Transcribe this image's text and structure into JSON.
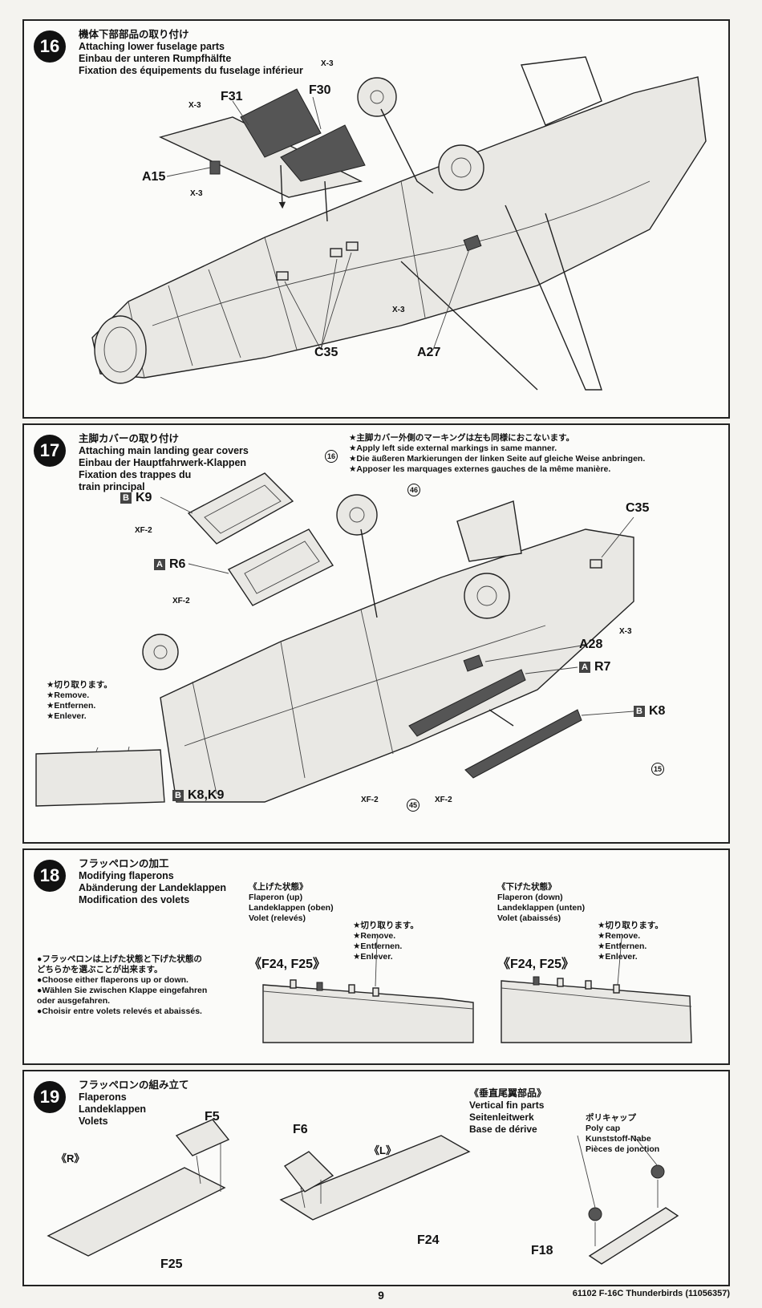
{
  "step16": {
    "number": "16",
    "title_jp": "機体下部部品の取り付け",
    "title_en": "Attaching lower fuselage parts",
    "title_de": "Einbau der unteren Rumpfhälfte",
    "title_fr": "Fixation des équipements du fuselage inférieur",
    "labels": {
      "f31": "F31",
      "f30": "F30",
      "a15": "A15",
      "c35": "C35",
      "a27": "A27",
      "x3": "X-3"
    }
  },
  "step17": {
    "number": "17",
    "title_jp": "主脚カバーの取り付け",
    "title_en": "Attaching main landing gear covers",
    "title_de": "Einbau der Hauptfahrwerk-Klappen",
    "title_fr": "Fixation des trappes du",
    "title_fr2": "train principal",
    "note_jp": "★主脚カバー外側のマーキングは左も同様におこないます。",
    "note_en": "★Apply left side external markings in same manner.",
    "note_de": "★Die äußeren Markierungen der linken Seite auf gleiche Weise anbringen.",
    "note_fr": "★Apposer les marquages externes gauches de la même manière.",
    "labels": {
      "k9": "K9",
      "r6": "R6",
      "b": "B",
      "a": "A",
      "xf2": "XF-2",
      "c35": "C35",
      "a28": "A28",
      "r7": "R7",
      "k8": "K8",
      "k8k9": "K8,K9",
      "x3": "X-3",
      "ref16": "16",
      "ref46": "46",
      "ref45": "45",
      "ref15": "15"
    },
    "remove_jp": "★切り取ります。",
    "remove_en": "★Remove.",
    "remove_de": "★Entfernen.",
    "remove_fr": "★Enlever."
  },
  "step18": {
    "number": "18",
    "title_jp": "フラッペロンの加工",
    "title_en": "Modifying flaperons",
    "title_de": "Abänderung der Landeklappen",
    "title_fr": "Modification des volets",
    "note_jp": "●フラッペロンは上げた状態と下げた状態のどちらかを選ぶことが出来ます。",
    "note_en": "●Choose either flaperons up or down.",
    "note_de": "●Wählen Sie zwischen Klappe eingefahren oder ausgefahren.",
    "note_fr": "●Choisir entre volets relevés et abaissés.",
    "up": {
      "jp": "《上げた状態》",
      "en": "Flaperon (up)",
      "de": "Landeklappen (oben)",
      "fr": "Volet (relevés)",
      "parts": "《F24, F25》"
    },
    "down": {
      "jp": "《下げた状態》",
      "en": "Flaperon (down)",
      "de": "Landeklappen (unten)",
      "fr": "Volet (abaissés)",
      "parts": "《F24, F25》"
    },
    "remove_jp": "★切り取ります。",
    "remove_en": "★Remove.",
    "remove_de": "★Entfernen.",
    "remove_fr": "★Enlever."
  },
  "step19": {
    "number": "19",
    "title_jp": "フラッペロンの組み立て",
    "title_en": "Flaperons",
    "title_de": "Landeklappen",
    "title_fr": "Volets",
    "right": "《R》",
    "left": "《L》",
    "labels": {
      "f5": "F5",
      "f6": "F6",
      "f25": "F25",
      "f24": "F24",
      "f18": "F18"
    },
    "fin_jp": "《垂直尾翼部品》",
    "fin_en": "Vertical fin parts",
    "fin_de": "Seitenleitwerk",
    "fin_fr": "Base de dérive",
    "polycap_jp": "ポリキャップ",
    "polycap_en": "Poly cap",
    "polycap_de": "Kunststoff-Nabe",
    "polycap_fr": "Pièces de jonction"
  },
  "footer": {
    "page": "9",
    "code": "61102 F-16C Thunderbirds (11056357)"
  }
}
